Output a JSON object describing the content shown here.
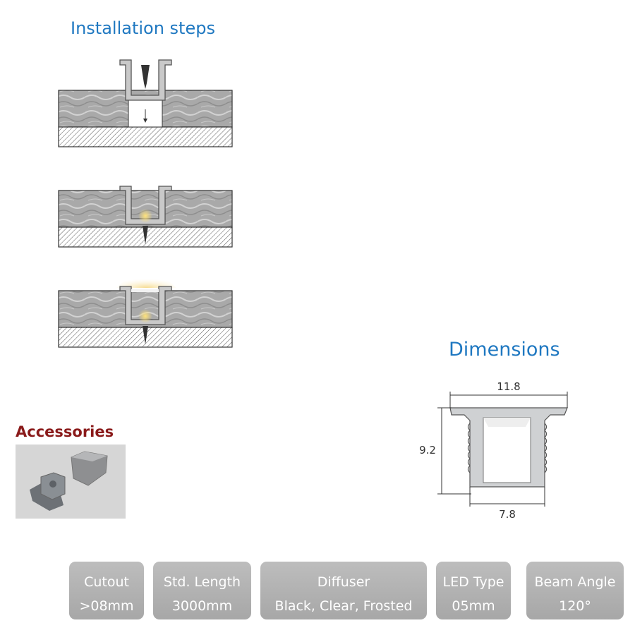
{
  "installation": {
    "title": "Installation steps"
  },
  "dimensions": {
    "title": "Dimensions",
    "width_top": "11.8",
    "height": "9.2",
    "width_bottom": "7.8"
  },
  "accessories": {
    "title": "Accessories"
  },
  "specs": [
    {
      "label": "Cutout",
      "value": ">08mm"
    },
    {
      "label": "Std. Length",
      "value": "3000mm"
    },
    {
      "label": "Diffuser",
      "value": "Black, Clear, Frosted"
    },
    {
      "label": "LED Type",
      "value": "05mm"
    },
    {
      "label": "Beam Angle",
      "value": "120°"
    }
  ],
  "colors": {
    "title_blue": "#1f78c1",
    "accessories_red": "#8a1a1a",
    "spec_gray": "#b3b3b3"
  }
}
